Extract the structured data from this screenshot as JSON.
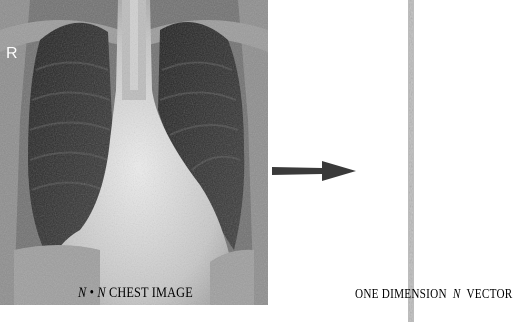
{
  "image_caption": {
    "n1": "N",
    "times": "•",
    "n2": "N",
    "label": "CHEST IMAGE"
  },
  "vector_caption": {
    "prefix": "ONE DIMENSION",
    "n": "N",
    "suffix": "VECTOR"
  },
  "xray_marker": "R"
}
